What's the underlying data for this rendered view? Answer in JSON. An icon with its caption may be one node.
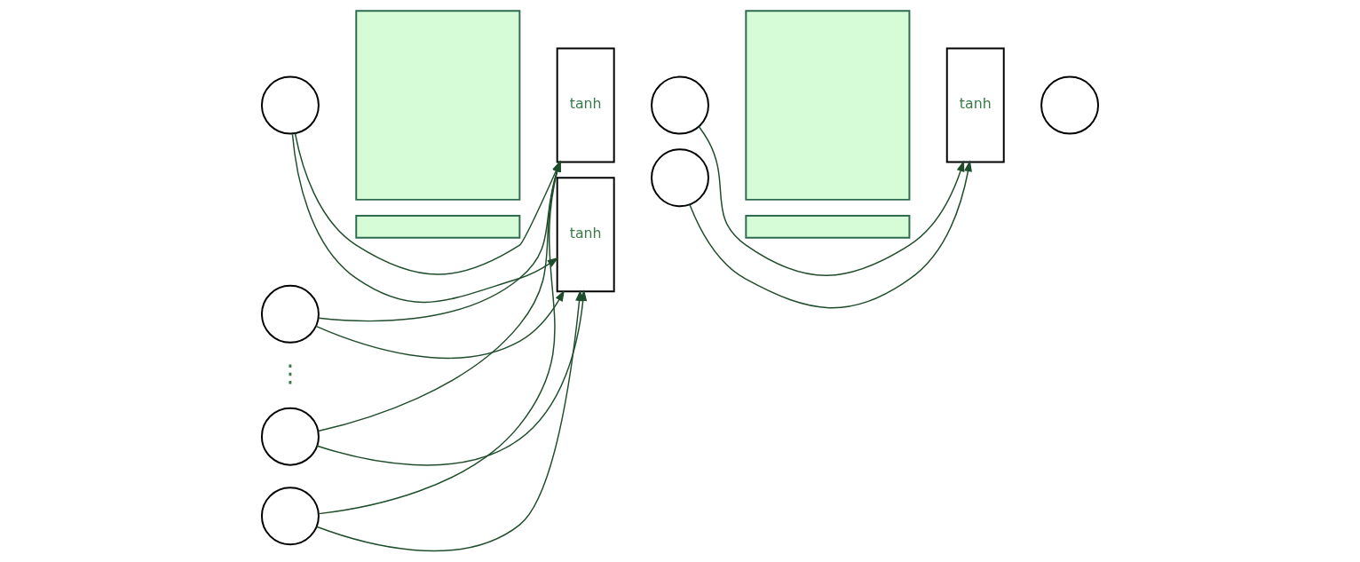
{
  "diagram": {
    "nodes": [
      {
        "text": [],
        "shape": "circle"
      },
      {
        "text": [],
        "shape": "circle"
      },
      {
        "text": [],
        "shape": "circle"
      },
      {
        "text": [],
        "shape": "circle"
      },
      {
        "text": [],
        "shape": "box"
      },
      {
        "text": [],
        "shape": "bar"
      },
      {
        "text": [
          "tanh"
        ]
      },
      {
        "text": [
          "tanh"
        ]
      },
      {
        "text": [],
        "shape": "circle"
      },
      {
        "text": [],
        "shape": "circle"
      },
      {
        "text": [],
        "shape": "box"
      },
      {
        "text": [],
        "shape": "bar"
      },
      {
        "text": [
          "tanh"
        ]
      },
      {
        "text": [],
        "shape": "circle"
      }
    ],
    "edges": [
      {
        "from": 0,
        "to": 6,
        "arrow": "to"
      },
      {
        "from": 0,
        "to": 7,
        "arrow": "to"
      },
      {
        "from": 1,
        "to": 6,
        "arrow": "to"
      },
      {
        "from": 1,
        "to": 7,
        "arrow": "to"
      },
      {
        "from": 2,
        "to": 6,
        "arrow": "to"
      },
      {
        "from": 2,
        "to": 7,
        "arrow": "to"
      },
      {
        "from": 3,
        "to": 6,
        "arrow": "to"
      },
      {
        "from": 3,
        "to": 7,
        "arrow": "to"
      },
      {
        "from": 8,
        "to": 12,
        "arrow": "to"
      },
      {
        "from": 9,
        "to": 12,
        "arrow": "to"
      }
    ],
    "labels": [
      "⋮"
    ]
  }
}
